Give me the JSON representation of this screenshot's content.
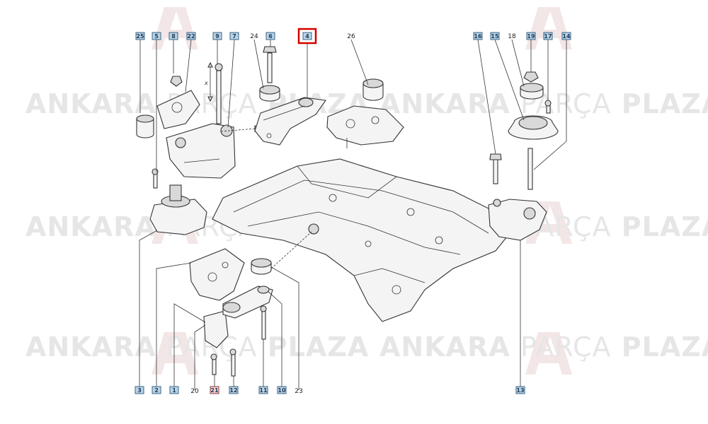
{
  "watermark": {
    "word1": "ANKARA",
    "word2": "PARÇA",
    "word3": "PLAZA"
  },
  "diagram": {
    "highlighted_part": "4",
    "arrow_label": "x",
    "callouts_boxed_top": [
      "25",
      "5",
      "8",
      "22",
      "9",
      "7",
      "6",
      "4",
      "16",
      "15",
      "19",
      "17",
      "14"
    ],
    "callouts_plain_top": [
      "24",
      "26",
      "18"
    ],
    "callouts_boxed_bottom": [
      "3",
      "2",
      "1",
      "21",
      "12",
      "11",
      "10",
      "13"
    ],
    "callouts_plain_bottom": [
      "20",
      "23"
    ],
    "colors": {
      "box_blue": "#b9d3e8",
      "box_red": "#f5d6d6",
      "highlight": "#d40000"
    }
  }
}
